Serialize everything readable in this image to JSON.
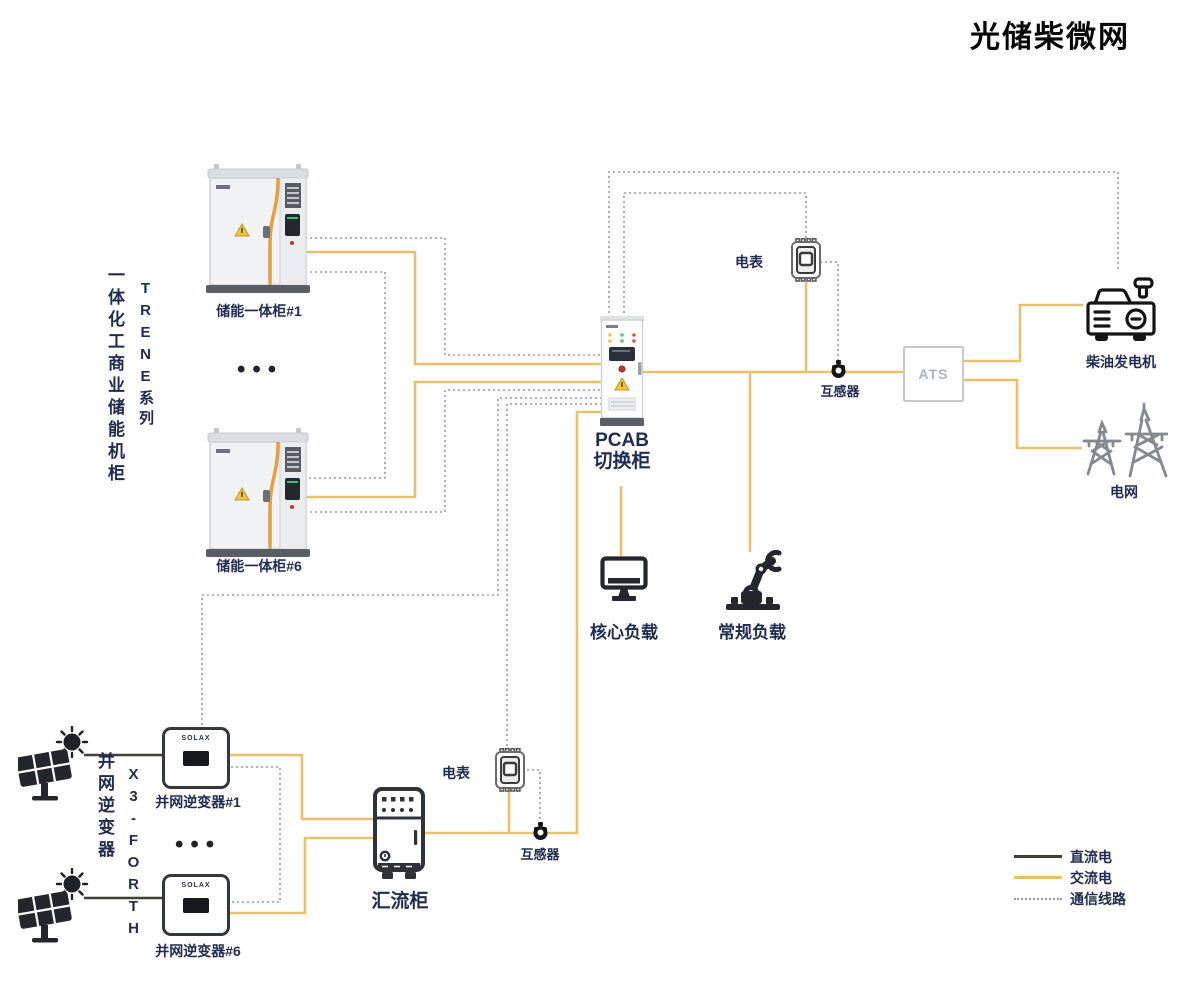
{
  "title": "光储柴微网",
  "colors": {
    "ac": "#E9C16E",
    "dc": "#3F3F38",
    "comm": "#9B9B9B",
    "label": "#1F2B50"
  },
  "side_labels": {
    "storage_series": {
      "line1": "TRENE系列",
      "line2": "一体化工商业储能机柜"
    },
    "inverter_series": {
      "line1": "X3-FORTH",
      "line2": "并网逆变器"
    }
  },
  "nodes": {
    "cabinet1": {
      "label": "储能一体柜#1"
    },
    "cabinet6": {
      "label": "储能一体柜#6"
    },
    "cabinet_dots": "•••",
    "pcab": {
      "label_line1": "PCAB",
      "label_line2": "切换柜"
    },
    "meter_top": {
      "label": "电表"
    },
    "ct_top": {
      "label": "互感器"
    },
    "ats": {
      "label": "ATS"
    },
    "generator": {
      "label": "柴油发电机"
    },
    "grid": {
      "label": "电网"
    },
    "core_load": {
      "label": "核心负载"
    },
    "regular_load": {
      "label": "常规负载"
    },
    "inverter1": {
      "label": "并网逆变器#1",
      "logo": "SOLAX"
    },
    "inverter6": {
      "label": "并网逆变器#6",
      "logo": "SOLAX"
    },
    "inverter_dots": "•••",
    "combiner": {
      "label": "汇流柜"
    },
    "meter_bottom": {
      "label": "电表"
    },
    "ct_bottom": {
      "label": "互感器"
    }
  },
  "legend": [
    {
      "style": "dc",
      "label": "直流电"
    },
    {
      "style": "ac",
      "label": "交流电"
    },
    {
      "style": "comm",
      "label": "通信线路"
    }
  ]
}
